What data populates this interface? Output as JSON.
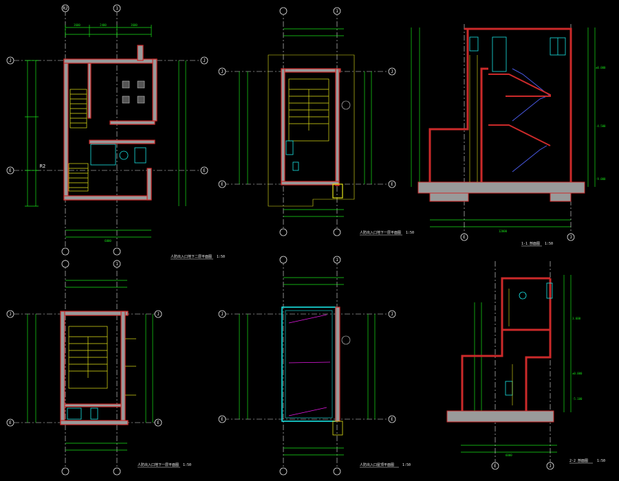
{
  "colors": {
    "background": "#000000",
    "wall": "#cc2a2a",
    "wall_fill": "#9a9a9a",
    "dimension": "#19e619",
    "axis": "#e8e8e8",
    "text": "#f2f2f2",
    "cyan": "#19e6e6",
    "yellow": "#e6e619",
    "blue": "#4a5ae6",
    "magenta": "#e619e6"
  },
  "axis_labels": {
    "j": "J",
    "e": "E",
    "one": "1",
    "r2": "R2"
  },
  "titles": {
    "plan_top_left": "人防出入口地下二层平面图",
    "plan_top_middle": "人防出入口地下一层平面图",
    "section_1_1": "1-1 剖面图",
    "plan_bottom_left": "人防出入口地下一层平面图",
    "plan_bottom_middle": "人防出入口屋顶平面图",
    "section_2_2": "2-2 剖面图"
  },
  "scale": "1:50",
  "dimension_values": {
    "d1": "3600",
    "d2": "2400",
    "d3": "6000",
    "d4": "1800",
    "d5": "900",
    "d6": "12000"
  },
  "elevations": {
    "e1": "-4.500",
    "e2": "-9.000",
    "e3": "±0.000",
    "e4": "3.600",
    "e5": "-5.100"
  }
}
